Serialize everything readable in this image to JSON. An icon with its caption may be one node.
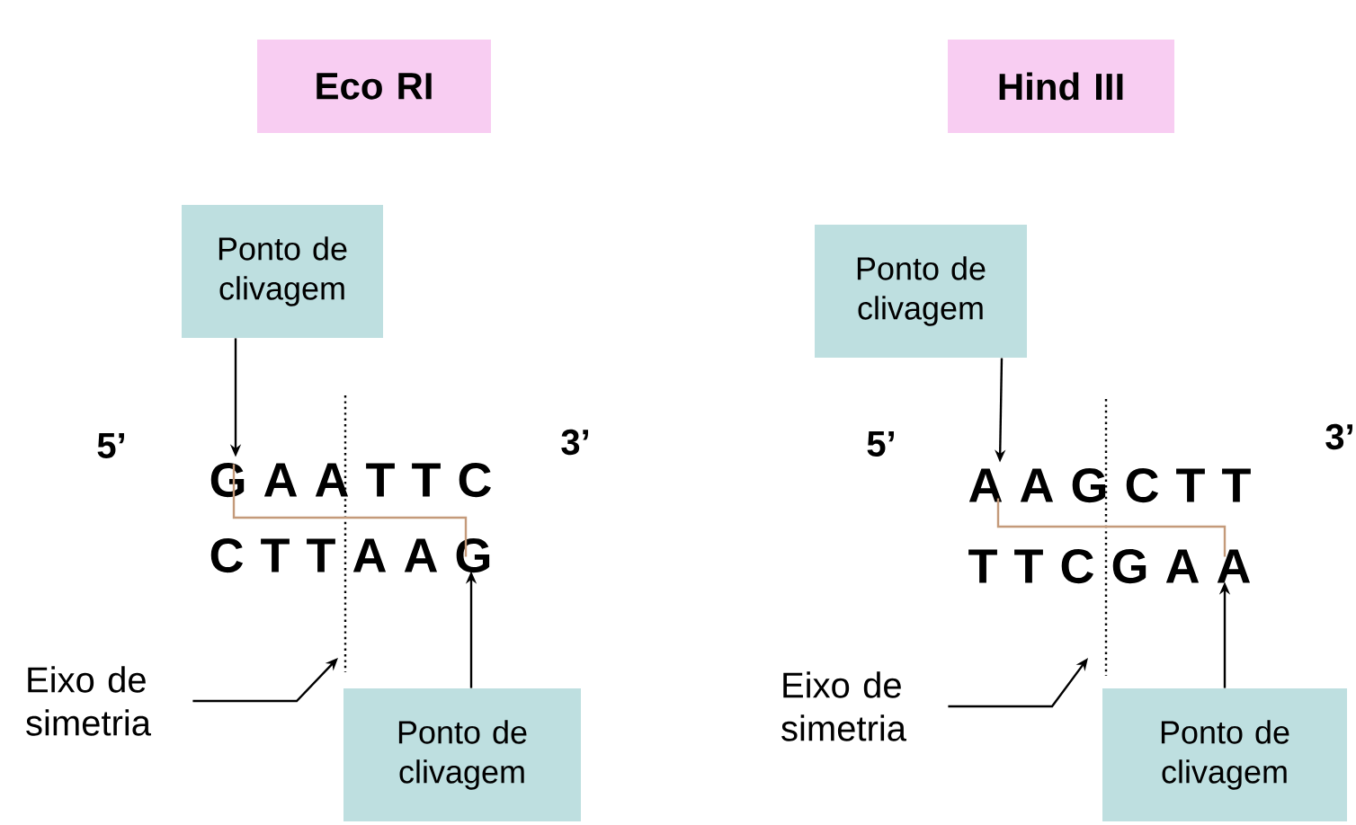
{
  "diagram": {
    "nodes": [
      {
        "text": [
          "Eco RI"
        ]
      },
      {
        "text": [
          "Hind III"
        ]
      },
      {
        "text": [
          "Ponto de clivagem"
        ]
      },
      {
        "text": [
          "Ponto de clivagem"
        ]
      },
      {
        "text": [
          "Eixo de simetria"
        ]
      },
      {
        "text": [
          "Eixo de simetria"
        ]
      },
      {
        "text": [
          "Ponto de clivagem"
        ]
      },
      {
        "text": [
          "Ponto de clivagem"
        ]
      },
      {
        "text": [
          "G A A T T C"
        ]
      },
      {
        "text": [
          "C T T A A G"
        ]
      },
      {
        "text": [
          "A A G C T T"
        ]
      },
      {
        "text": [
          "T T C G A A"
        ]
      }
    ],
    "edges": [
      {
        "from": 2,
        "to": 8,
        "arrow": "to"
      },
      {
        "from": 3,
        "to": 10,
        "arrow": "to"
      },
      {
        "from": 4,
        "to": null,
        "arrow": "to"
      },
      {
        "from": 5,
        "to": null,
        "arrow": "to"
      },
      {
        "from": 6,
        "to": 9,
        "arrow": "to"
      },
      {
        "from": 7,
        "to": 11,
        "arrow": "to"
      },
      {
        "from": 8,
        "to": 9,
        "arrow": "none",
        "color": "#c49a7a"
      },
      {
        "from": 10,
        "to": 11,
        "arrow": "none",
        "color": "#c49a7a"
      }
    ],
    "labels": [
      "5’",
      "3’",
      "5’",
      "3’"
    ]
  }
}
